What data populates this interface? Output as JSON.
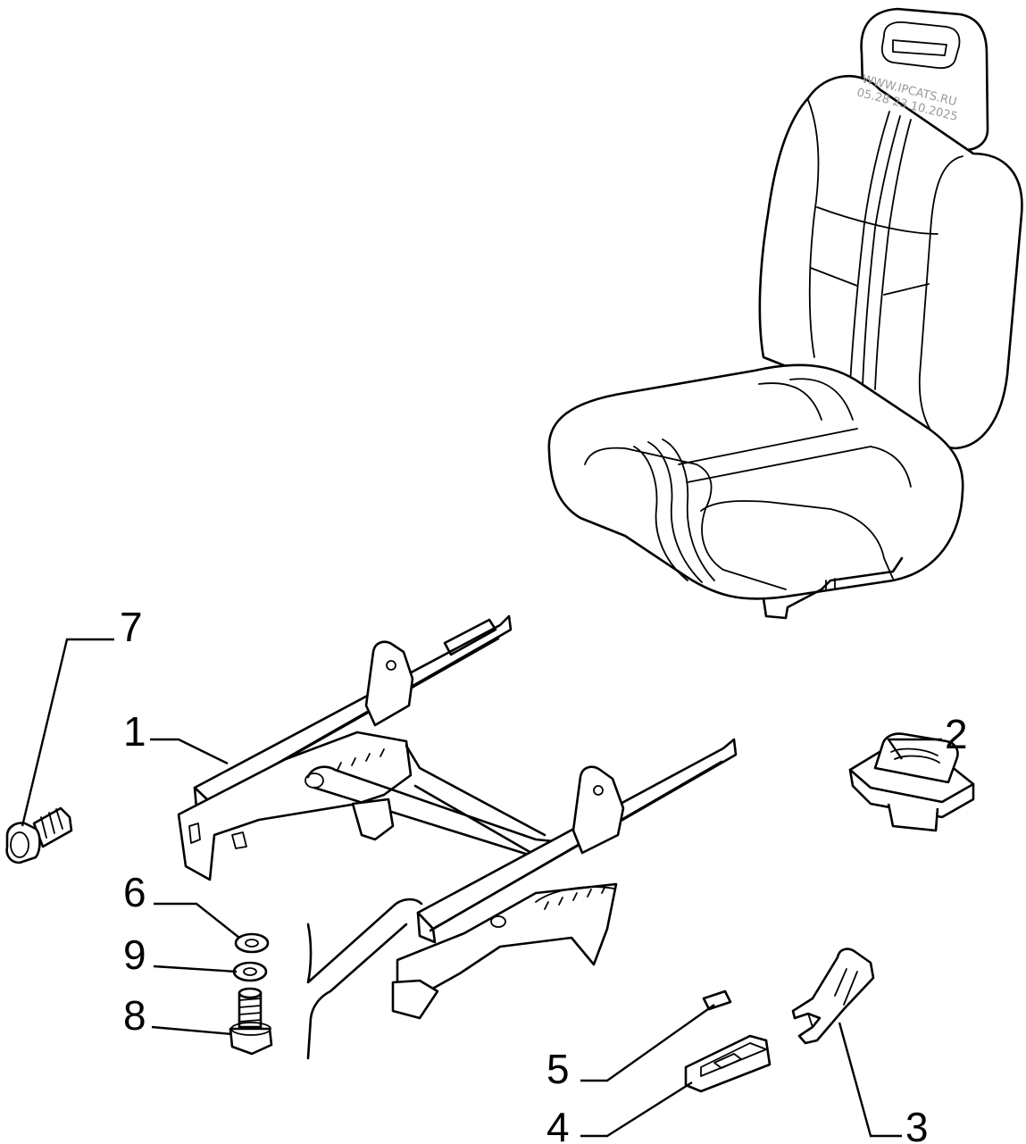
{
  "watermark": {
    "line1": "WWW.IPCATS.RU",
    "line2": "05.28 23.10.2025"
  },
  "callouts": [
    {
      "id": "1",
      "text": "1"
    },
    {
      "id": "2",
      "text": "2"
    },
    {
      "id": "3",
      "text": "3"
    },
    {
      "id": "4",
      "text": "4"
    },
    {
      "id": "5",
      "text": "5"
    },
    {
      "id": "6",
      "text": "6"
    },
    {
      "id": "7",
      "text": "7"
    },
    {
      "id": "8",
      "text": "8"
    },
    {
      "id": "9",
      "text": "9"
    }
  ],
  "parts": [
    {
      "ref": "1",
      "name": "seat-frame-rails"
    },
    {
      "ref": "2",
      "name": "rubber-boot"
    },
    {
      "ref": "3",
      "name": "lever-clip"
    },
    {
      "ref": "4",
      "name": "handle-cover"
    },
    {
      "ref": "5",
      "name": "pad"
    },
    {
      "ref": "6",
      "name": "washer"
    },
    {
      "ref": "7",
      "name": "bolt"
    },
    {
      "ref": "8",
      "name": "flange-bolt"
    },
    {
      "ref": "9",
      "name": "washer"
    },
    {
      "ref": "",
      "name": "seat-assembly"
    }
  ]
}
